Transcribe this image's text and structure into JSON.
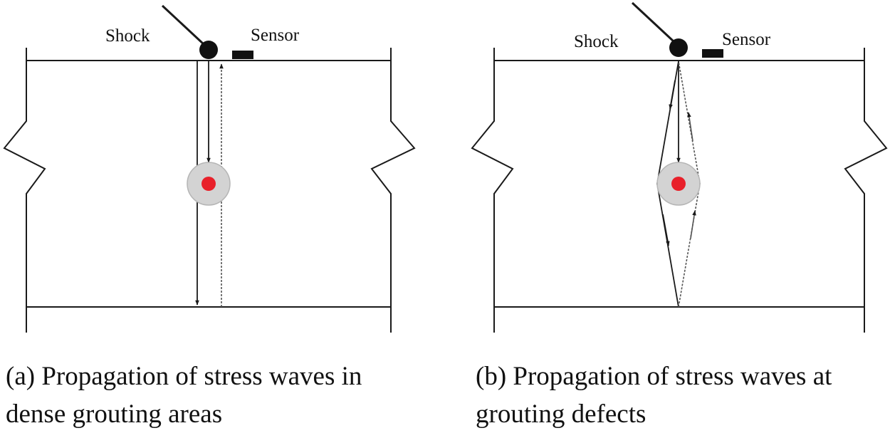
{
  "panels": {
    "a": {
      "shock_label": "Shock",
      "sensor_label": "Sensor",
      "caption_line1": "(a) Propagation of stress waves in",
      "caption_line2": "dense grouting areas"
    },
    "b": {
      "shock_label": "Shock",
      "sensor_label": "Sensor",
      "caption_line1": "(b) Propagation of stress waves at",
      "caption_line2": "grouting defects"
    }
  },
  "colors": {
    "line": "#1a1a1a",
    "defect_core": "#e8202a",
    "defect_halo": "#d3d3d3",
    "dashed_ray": "#555555"
  }
}
